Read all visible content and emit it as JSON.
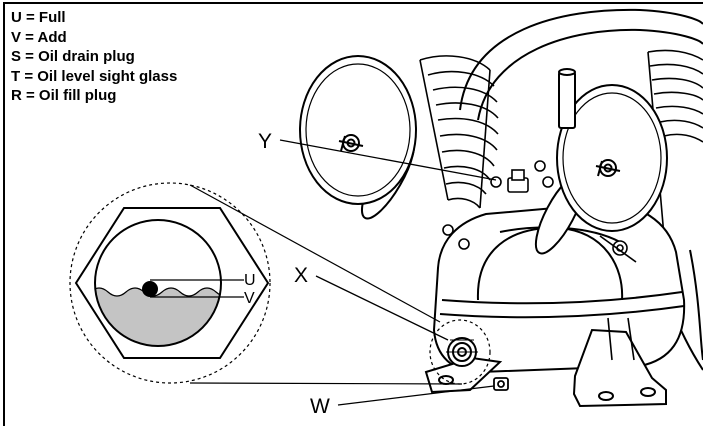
{
  "legend": [
    {
      "key": "U",
      "meaning": "Full",
      "text": "U = Full"
    },
    {
      "key": "V",
      "meaning": "Add",
      "text": "V = Add"
    },
    {
      "key": "S",
      "meaning": "Oil drain plug",
      "text": "S = Oil drain plug"
    },
    {
      "key": "T",
      "meaning": "Oil level sight glass",
      "text": "T = Oil level sight glass"
    },
    {
      "key": "R",
      "meaning": "Oil fill plug",
      "text": "R = Oil fill plug"
    }
  ],
  "callouts": {
    "y": "Y",
    "x": "X",
    "w": "W",
    "u": "U",
    "v": "V"
  },
  "colors": {
    "line": "#000000",
    "oil_fill": "#c4c4c4",
    "background": "#ffffff"
  }
}
